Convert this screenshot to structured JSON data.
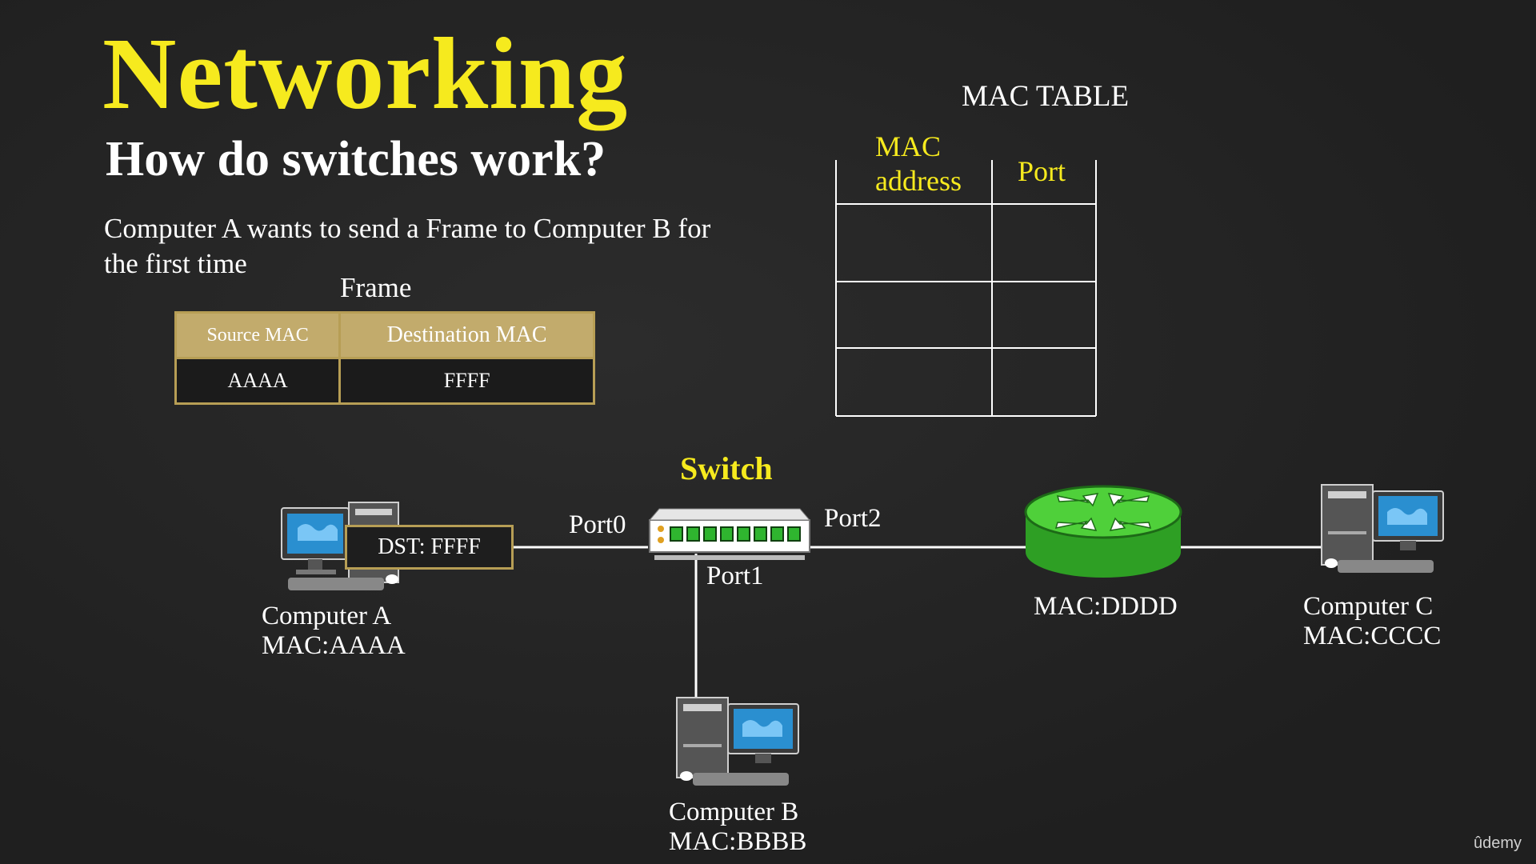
{
  "header": {
    "title": "Networking",
    "subtitle": "How do switches work?"
  },
  "description": "Computer A wants to send a Frame to Computer B for the first time",
  "frame": {
    "label": "Frame",
    "headers": [
      "Source MAC",
      "Destination MAC"
    ],
    "values": [
      "AAAA",
      "FFFF"
    ],
    "header_color": "#c2ab6c",
    "border_color": "#b79e55"
  },
  "mac_table": {
    "title": "MAC TABLE",
    "col_mac": "MAC address",
    "col_port": "Port",
    "rows": [
      [
        "",
        ""
      ],
      [
        "",
        ""
      ],
      [
        "",
        ""
      ]
    ]
  },
  "switch": {
    "label": "Switch",
    "ports": {
      "port0": "Port0",
      "port1": "Port1",
      "port2": "Port2"
    }
  },
  "packet": {
    "label": "DST: FFFF"
  },
  "devices": {
    "computer_a": {
      "name": "Computer A",
      "mac": "MAC:AAAA"
    },
    "computer_b": {
      "name": "Computer B",
      "mac": "MAC:BBBB"
    },
    "computer_c": {
      "name": "Computer C",
      "mac": "MAC:CCCC"
    },
    "router": {
      "mac": "MAC:DDDD"
    }
  },
  "colors": {
    "accent": "#f6ea1e",
    "router": "#3fbf2f",
    "switch_led": "#2fb52f"
  },
  "watermark": "ûdemy"
}
